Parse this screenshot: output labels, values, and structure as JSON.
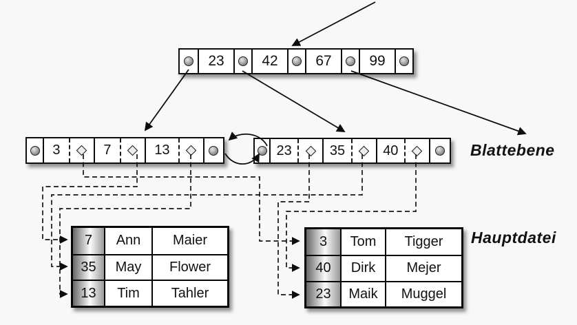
{
  "diagram": {
    "type": "bplus-tree-index",
    "root_node": {
      "keys": [
        "23",
        "42",
        "67",
        "99"
      ]
    },
    "leaf_level": {
      "label": "Blattebene",
      "nodes": [
        {
          "keys": [
            "3",
            "7",
            "13"
          ]
        },
        {
          "keys": [
            "23",
            "35",
            "40"
          ]
        }
      ]
    },
    "main_file": {
      "label": "Hauptdatei",
      "tables": [
        {
          "rows": [
            [
              "7",
              "Ann",
              "Maier"
            ],
            [
              "35",
              "May",
              "Flower"
            ],
            [
              "13",
              "Tim",
              "Tahler"
            ]
          ]
        },
        {
          "rows": [
            [
              "3",
              "Tom",
              "Tigger"
            ],
            [
              "40",
              "Dirk",
              "Mejer"
            ],
            [
              "23",
              "Maik",
              "Muggel"
            ]
          ]
        }
      ]
    },
    "connections": {
      "leaf_sibling_link": "bidirectional",
      "record_pointers": [
        [
          "3",
          "Tom Tigger"
        ],
        [
          "7",
          "Ann Maier"
        ],
        [
          "13",
          "Tim Tahler"
        ],
        [
          "23",
          "Maik Muggel"
        ],
        [
          "35",
          "May Flower"
        ],
        [
          "40",
          "Dirk Mejer"
        ]
      ]
    },
    "icons": {
      "pointer": "pointer-circle-icon",
      "record_ref": "diamond-icon"
    },
    "colors": {
      "background": "#f8f8f8",
      "box_fill": "#ffffff",
      "line": "#111111",
      "key_column_gradient": [
        "#676767",
        "#fbfbfb",
        "#9a9a9a"
      ]
    }
  }
}
